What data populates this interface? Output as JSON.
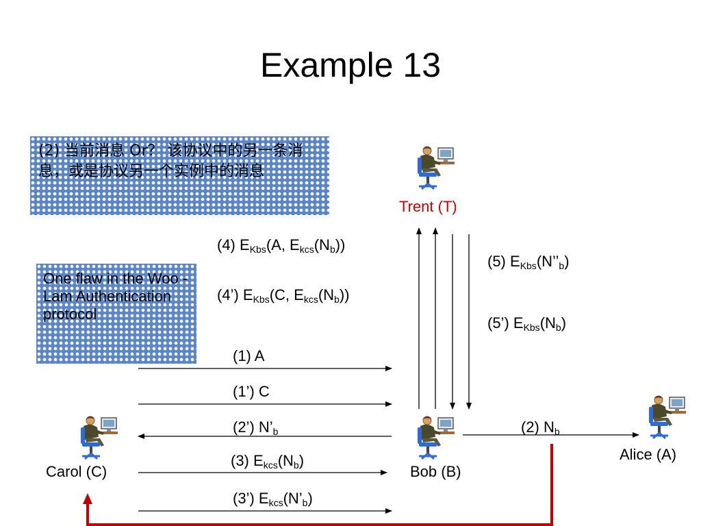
{
  "title": "Example 13",
  "notes": {
    "chinese": "(2) 当前消息 Or？ 该协议中的另一条消息，或是协议另一个实例中的消息",
    "english": "One flaw in the Woo - Lam Authentication protocol"
  },
  "participants": {
    "trent": "Trent (T)",
    "bob": "Bob (B)",
    "alice": "Alice (A)",
    "carol": "Carol (C)"
  },
  "messages": {
    "m1": "(1) A",
    "m1p": "(1’) C",
    "m2p": {
      "pre": "(2’) N’",
      "sub": "b",
      "post": ""
    },
    "m2": {
      "pre": "(2) N",
      "sub": "b",
      "post": ""
    },
    "m3": {
      "pre": "(3) E",
      "sub1": "kcs",
      "mid": "(N",
      "sub2": "b",
      "post": ")"
    },
    "m3p": {
      "pre": "(3’) E",
      "sub1": "kcs",
      "mid": "(N’",
      "sub2": "b",
      "post": ")"
    },
    "m4": {
      "pre": "(4) E",
      "sub1": "Kbs",
      "mid1": "(A, E",
      "sub2": "kcs",
      "mid2": "(N",
      "sub3": "b",
      "post": "))"
    },
    "m4p": {
      "pre": "(4’) E",
      "sub1": "Kbs",
      "mid1": "(C, E",
      "sub2": "kcs",
      "mid2": "(N",
      "sub3": "b",
      "post": "))"
    },
    "m5": {
      "pre": "(5) E",
      "sub1": "Kbs",
      "mid": "(N’’",
      "sub2": "b",
      "post": ")"
    },
    "m5p": {
      "pre": "(5’) E",
      "sub1": "Kbs",
      "mid": "(N",
      "sub2": "b",
      "post": ")"
    }
  },
  "colors": {
    "highlight": "#c00000",
    "note_fill": "#5a86c8"
  },
  "icons": [
    "person-at-computer-icon"
  ]
}
